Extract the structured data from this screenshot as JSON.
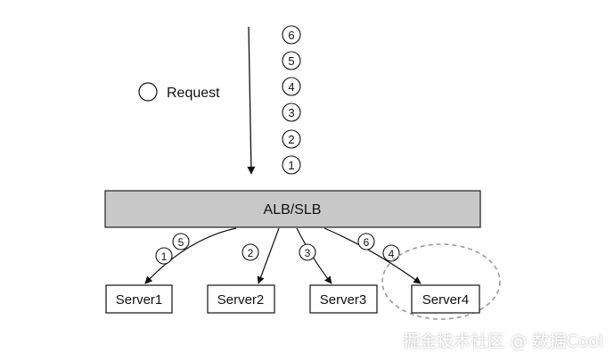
{
  "legend": {
    "label": "Request"
  },
  "request_queue": [
    "6",
    "5",
    "4",
    "3",
    "2",
    "1"
  ],
  "balancer": {
    "label": "ALB/SLB",
    "fill": "#c8c8c8"
  },
  "servers": [
    {
      "label": "Server1",
      "badges": [
        "1",
        "5"
      ]
    },
    {
      "label": "Server2",
      "badges": [
        "2"
      ]
    },
    {
      "label": "Server3",
      "badges": [
        "3"
      ]
    },
    {
      "label": "Server4",
      "badges": [
        "6",
        "4"
      ],
      "highlighted": true
    }
  ],
  "watermark": "掘金技术社区 @ 数据Cool"
}
